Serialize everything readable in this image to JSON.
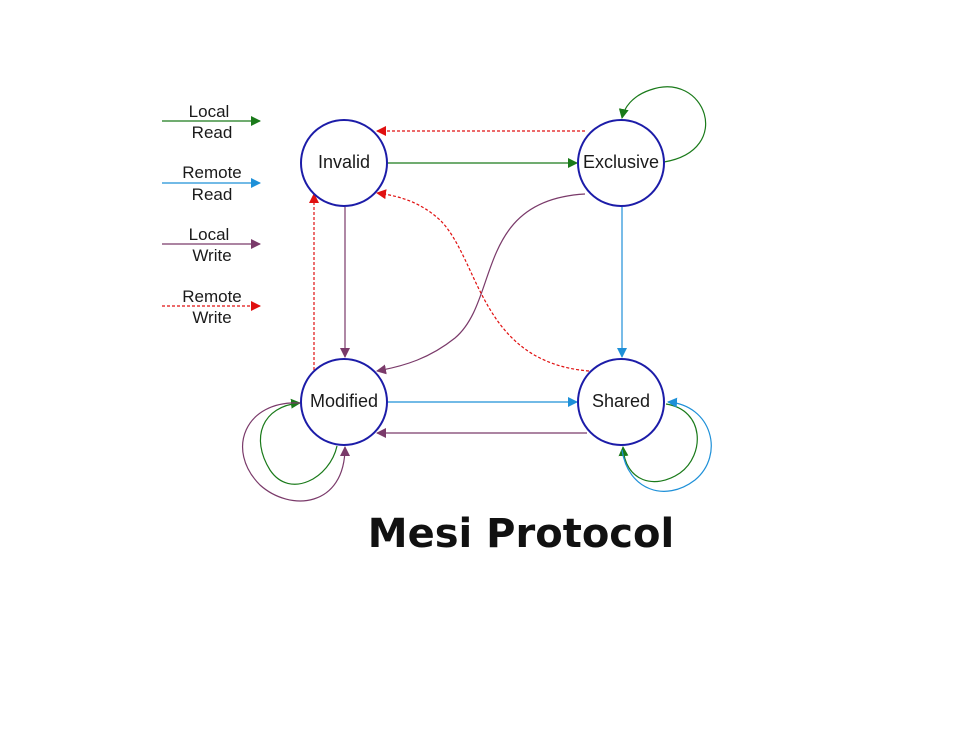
{
  "title": "Mesi Protocol",
  "colors": {
    "local_read": "#1a7a1a",
    "remote_read": "#1e90d8",
    "local_write": "#7a3a6a",
    "remote_write": "#e01010",
    "state_border": "#1c1ca8"
  },
  "legend": [
    {
      "line1": "Local",
      "line2": "Read",
      "color": "#1a7a1a",
      "dashed": false
    },
    {
      "line1": "Remote",
      "line2": "Read",
      "color": "#1e90d8",
      "dashed": false
    },
    {
      "line1": "Local",
      "line2": "Write",
      "color": "#7a3a6a",
      "dashed": false
    },
    {
      "line1": "Remote",
      "line2": "Write",
      "color": "#e01010",
      "dashed": true
    }
  ],
  "states": {
    "invalid": "Invalid",
    "exclusive": "Exclusive",
    "modified": "Modified",
    "shared": "Shared"
  },
  "transitions": [
    {
      "from": "Exclusive",
      "to": "Invalid",
      "type": "remote_write"
    },
    {
      "from": "Invalid",
      "to": "Exclusive",
      "type": "local_read"
    },
    {
      "from": "Exclusive",
      "to": "Exclusive",
      "type": "local_read"
    },
    {
      "from": "Invalid",
      "to": "Modified",
      "type": "local_write"
    },
    {
      "from": "Modified",
      "to": "Invalid",
      "type": "remote_write"
    },
    {
      "from": "Exclusive",
      "to": "Shared",
      "type": "remote_read"
    },
    {
      "from": "Exclusive",
      "to": "Modified",
      "type": "local_write"
    },
    {
      "from": "Shared",
      "to": "Invalid",
      "type": "remote_write"
    },
    {
      "from": "Modified",
      "to": "Shared",
      "type": "remote_read"
    },
    {
      "from": "Shared",
      "to": "Modified",
      "type": "local_write"
    },
    {
      "from": "Modified",
      "to": "Modified",
      "type": "local_read"
    },
    {
      "from": "Modified",
      "to": "Modified",
      "type": "local_write"
    },
    {
      "from": "Shared",
      "to": "Shared",
      "type": "local_read"
    },
    {
      "from": "Shared",
      "to": "Shared",
      "type": "remote_read"
    }
  ]
}
